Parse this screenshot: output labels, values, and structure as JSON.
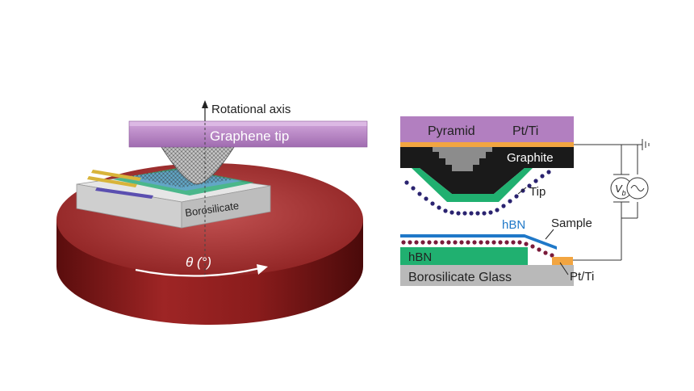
{
  "left_panel": {
    "axis_label": "Rotational axis",
    "tip_label": "Graphene tip",
    "substrate_label": "Borosilicate",
    "angle_label": "θ (°)"
  },
  "right_panel": {
    "pyramid_label": "Pyramid",
    "pt_ti_top_label": "Pt/Ti",
    "graphite_label": "Graphite",
    "tip_label": "Tip",
    "hbn_top_label": "hBN",
    "sample_label": "Sample",
    "hbn_bottom_label": "hBN",
    "glass_label": "Borosilicate Glass",
    "pt_ti_bottom_label": "Pt/Ti",
    "voltage_symbol": "V",
    "voltage_subscript": "b"
  },
  "colors": {
    "disk": "#8b1c1c",
    "tip_plate": "#b27fc0",
    "graphite": "#1a1a1a",
    "hbn_green": "#20b070",
    "hbn_blue": "#1f78c8",
    "sample_dots": "#7a1a3a",
    "tip_dots": "#2a2370",
    "pt_ti": "#f2a541",
    "glass": "#b9b9b9"
  }
}
